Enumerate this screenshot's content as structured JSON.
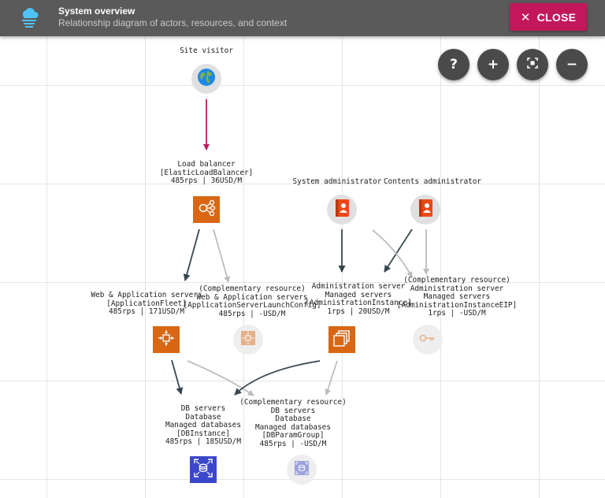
{
  "header": {
    "title": "System overview",
    "subtitle": "Relationship diagram of actors, resources, and context",
    "close_label": "CLOSE",
    "close_icon": "close-icon",
    "logo_icon": "cloud-stack-icon"
  },
  "zoom_controls": {
    "help": "?",
    "zoom_in": "+",
    "fit": "fit-screen-icon",
    "zoom_out": "−"
  },
  "colors": {
    "header_bg": "#5a5a5a",
    "accent": "#c2185b",
    "edge_primary": "#37474f",
    "edge_secondary": "#bdbdbd",
    "aws_orange": "#d86613",
    "aws_blue": "#3b48cc"
  },
  "nodes": {
    "site_visitor": {
      "lines": [
        "Site visitor"
      ],
      "icon": "globe-icon"
    },
    "load_balancer": {
      "lines": [
        "Load balancer",
        "[ElasticLoadBalancer]",
        "485rps | 36USD/M"
      ],
      "icon": "load-balancer-icon"
    },
    "system_admin": {
      "lines": [
        "System administrator"
      ],
      "icon": "admin-user-icon"
    },
    "contents_admin": {
      "lines": [
        "Contents administrator"
      ],
      "icon": "admin-user-icon"
    },
    "web_app_servers": {
      "lines": [
        "Web & Application servers",
        "[ApplicationFleet]",
        "485rps | 171USD/M"
      ],
      "icon": "auto-scaling-icon"
    },
    "web_app_launch_config": {
      "lines": [
        "(Complementary resource)",
        "Web & Application servers",
        "[ApplicationServerLaunchConfig]",
        "485rps | -USD/M"
      ],
      "icon": "launch-config-icon"
    },
    "admin_server": {
      "lines": [
        "Administration server",
        "Managed servers",
        "[AdministrationInstance]",
        "1rps | 20USD/M"
      ],
      "icon": "ec2-instances-icon"
    },
    "admin_server_eip": {
      "lines": [
        "(Complementary resource)",
        "Administration server",
        "Managed servers",
        "[AdministrationInstanceEIP]",
        "1rps | -USD/M"
      ],
      "icon": "elastic-ip-icon"
    },
    "db_servers": {
      "lines": [
        "DB servers",
        "Database",
        "Managed databases",
        "[DBInstance]",
        "485rps | 185USD/M"
      ],
      "icon": "rds-database-icon"
    },
    "db_param_group": {
      "lines": [
        "(Complementary resource)",
        "DB servers",
        "Database",
        "Managed databases",
        "[DBParamGroup]",
        "485rps | -USD/M"
      ],
      "icon": "db-param-group-icon"
    }
  }
}
